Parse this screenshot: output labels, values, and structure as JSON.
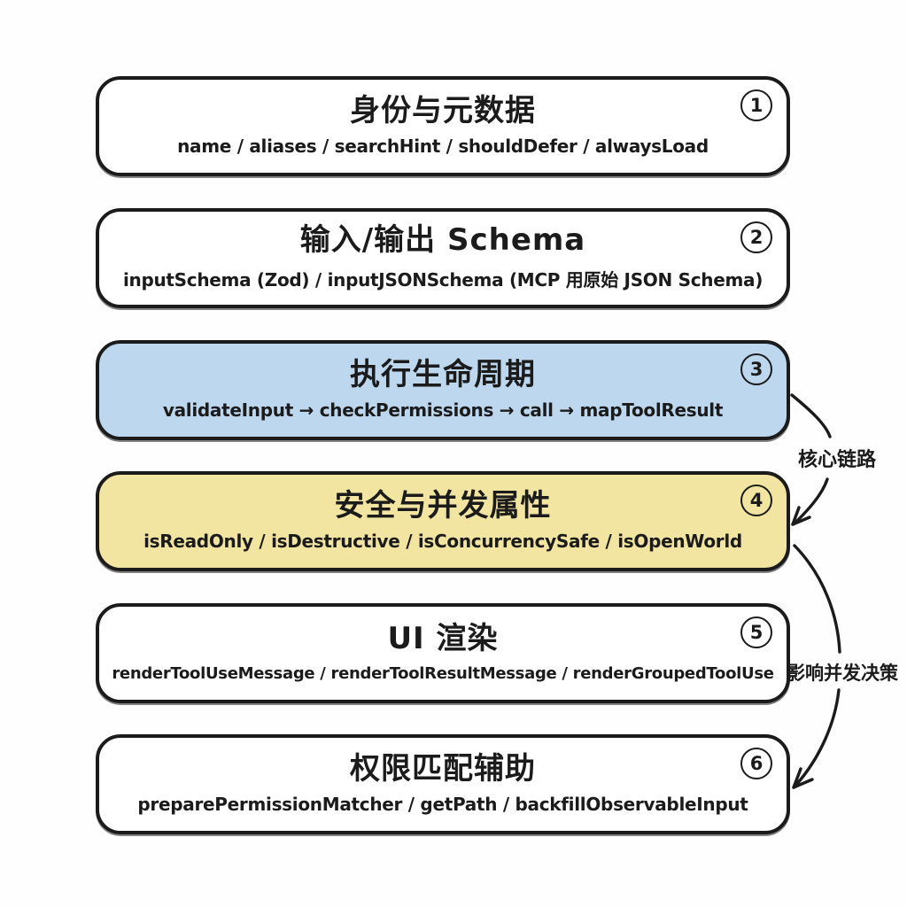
{
  "canvas": {
    "background": "#fefefe",
    "ink_color": "#1b1b1b",
    "blue_fill": "#bdd7ee",
    "yellow_fill": "#f2e5a2"
  },
  "boxes": [
    {
      "badge": "1",
      "title": "身份与元数据",
      "subtitle": "name / aliases / searchHint / shouldDefer / alwaysLoad",
      "fill": "#ffffff"
    },
    {
      "badge": "2",
      "title": "输入/输出 Schema",
      "subtitle": "inputSchema (Zod) / inputJSONSchema (MCP 用原始 JSON Schema)",
      "fill": "#ffffff"
    },
    {
      "badge": "3",
      "title": "执行生命周期",
      "subtitle": "validateInput → checkPermissions → call → mapToolResult",
      "fill": "#bdd7ee"
    },
    {
      "badge": "4",
      "title": "安全与并发属性",
      "subtitle": "isReadOnly / isDestructive / isConcurrencySafe / isOpenWorld",
      "fill": "#f2e5a2"
    },
    {
      "badge": "5",
      "title": "UI 渲染",
      "subtitle": "renderToolUseMessage / renderToolResultMessage / renderGroupedToolUse",
      "fill": "#ffffff"
    },
    {
      "badge": "6",
      "title": "权限匹配辅助",
      "subtitle": "preparePermissionMatcher / getPath / backfillObservableInput",
      "fill": "#ffffff"
    }
  ],
  "arrows": [
    {
      "label": "核心链路",
      "from_box": "3",
      "to_box": "4"
    },
    {
      "label": "影响并发决策",
      "from_box": "4",
      "to_box": "6"
    }
  ]
}
